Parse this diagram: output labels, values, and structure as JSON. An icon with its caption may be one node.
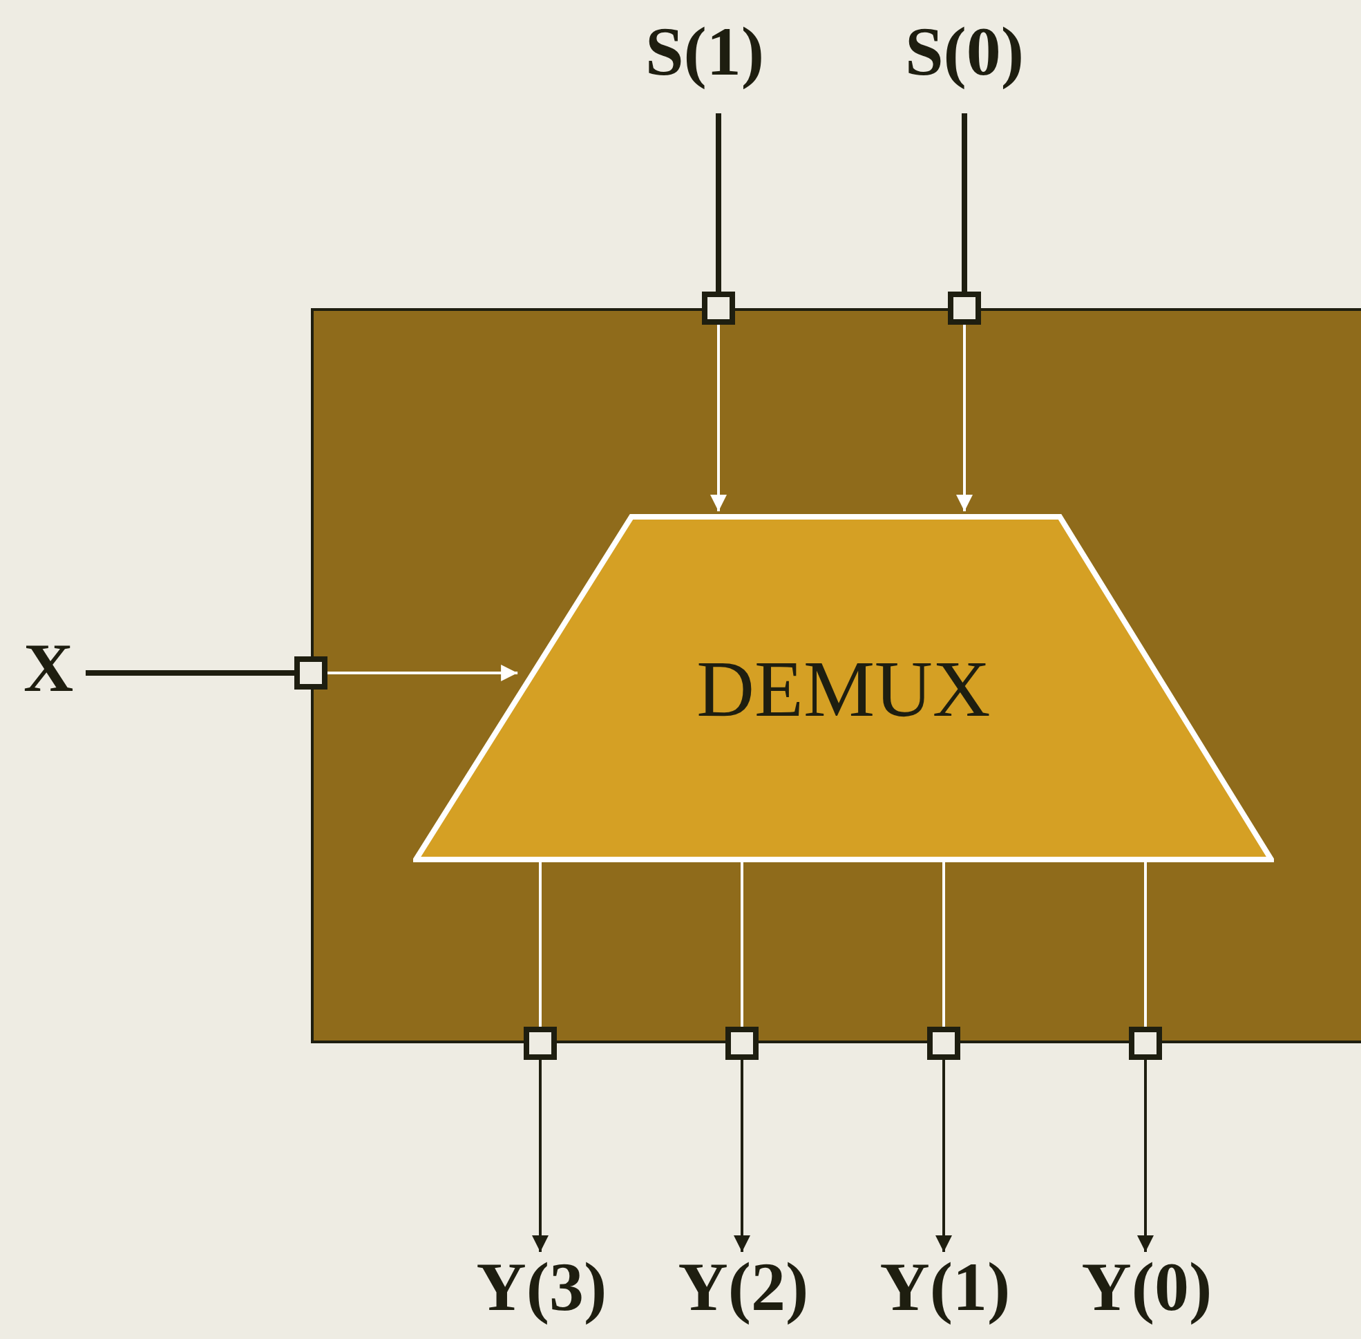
{
  "diagram": {
    "nodes": [
      {
        "text": [],
        "shape": "box"
      },
      {
        "text": [
          "DEMUX"
        ],
        "in": 0
      },
      {
        "text": [
          "S(1)"
        ]
      },
      {
        "text": [
          "S(0)"
        ]
      },
      {
        "text": [
          "X"
        ]
      },
      {
        "text": [
          "Y(3)"
        ]
      },
      {
        "text": [
          "Y(2)"
        ]
      },
      {
        "text": [
          "Y(1)"
        ]
      },
      {
        "text": [
          "Y(0)"
        ]
      },
      {
        "text": [],
        "shape": "box"
      },
      {
        "text": [],
        "shape": "box"
      },
      {
        "text": [],
        "shape": "box"
      },
      {
        "text": [],
        "shape": "box"
      },
      {
        "text": [],
        "shape": "box"
      },
      {
        "text": [],
        "shape": "box"
      },
      {
        "text": [],
        "shape": "box"
      }
    ],
    "edges": [
      {
        "from": 2,
        "to": 9,
        "arrow": "none",
        "style": "thick"
      },
      {
        "from": 3,
        "to": 10,
        "arrow": "none",
        "style": "thick"
      },
      {
        "from": 4,
        "to": 11,
        "arrow": "none",
        "style": "thick"
      },
      {
        "from": 9,
        "to": 1,
        "arrow": "to",
        "color": "#ffffff"
      },
      {
        "from": 10,
        "to": 1,
        "arrow": "to",
        "color": "#ffffff"
      },
      {
        "from": 11,
        "to": 1,
        "arrow": "to",
        "color": "#ffffff"
      },
      {
        "from": 1,
        "to": 12,
        "arrow": "none",
        "color": "#ffffff"
      },
      {
        "from": 1,
        "to": 13,
        "arrow": "none",
        "color": "#ffffff"
      },
      {
        "from": 1,
        "to": 14,
        "arrow": "none",
        "color": "#ffffff"
      },
      {
        "from": 1,
        "to": 15,
        "arrow": "none",
        "color": "#ffffff"
      },
      {
        "from": 12,
        "to": 5,
        "arrow": "to"
      },
      {
        "from": 13,
        "to": 6,
        "arrow": "to"
      },
      {
        "from": 14,
        "to": 7,
        "arrow": "to"
      },
      {
        "from": 15,
        "to": 8,
        "arrow": "to"
      }
    ]
  }
}
